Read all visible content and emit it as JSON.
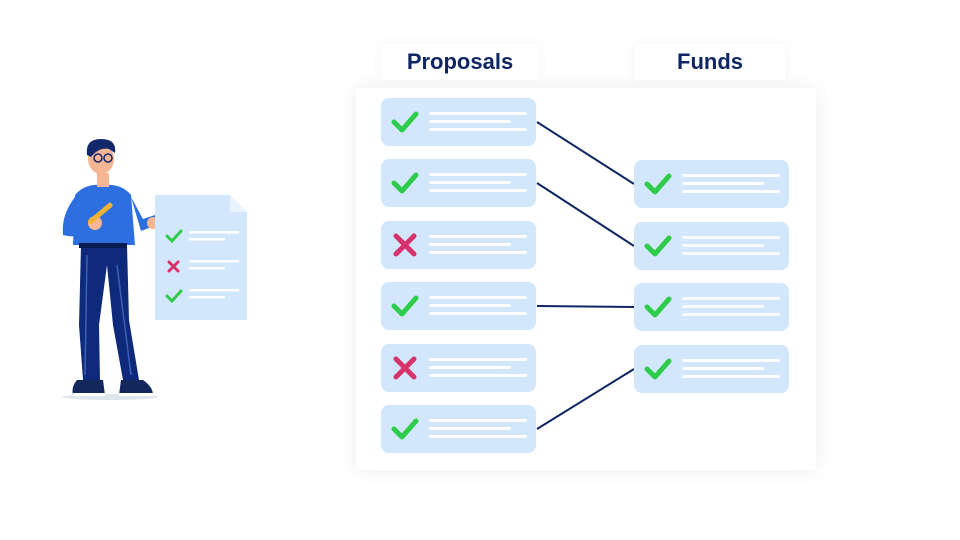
{
  "headers": {
    "proposals": "Proposals",
    "funds": "Funds"
  },
  "proposals": [
    {
      "status": "approved"
    },
    {
      "status": "approved"
    },
    {
      "status": "rejected"
    },
    {
      "status": "approved"
    },
    {
      "status": "rejected"
    },
    {
      "status": "approved"
    }
  ],
  "funds": [
    {
      "status": "approved"
    },
    {
      "status": "approved"
    },
    {
      "status": "approved"
    },
    {
      "status": "approved"
    }
  ],
  "links": [
    [
      0,
      0
    ],
    [
      1,
      1
    ],
    [
      3,
      2
    ],
    [
      5,
      3
    ]
  ],
  "icons": {
    "approved": "check-icon",
    "rejected": "cross-icon"
  },
  "colors": {
    "header_text": "#0f2663",
    "card_bg": "#d2e7fb",
    "check": "#2ecc4a",
    "cross": "#d6336c",
    "connector": "#0f2663"
  }
}
